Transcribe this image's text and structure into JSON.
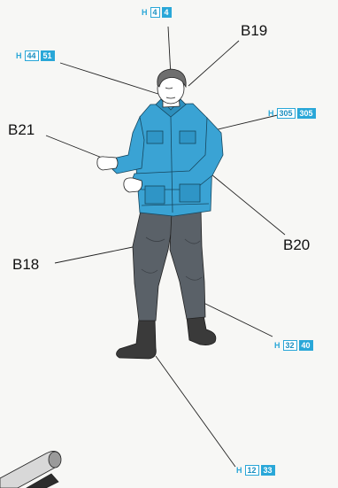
{
  "parts": {
    "b19": "B19",
    "b21": "B21",
    "b20": "B20",
    "b18": "B18"
  },
  "paints": {
    "head": {
      "prefix": "H",
      "a": "4",
      "b": "4"
    },
    "face": {
      "prefix": "H",
      "a": "44",
      "b": "51"
    },
    "jacket": {
      "prefix": "H",
      "a": "305",
      "b": "305"
    },
    "boots": {
      "prefix": "H",
      "a": "32",
      "b": "40"
    },
    "base": {
      "prefix": "H",
      "a": "12",
      "b": "33"
    }
  },
  "colors": {
    "jacket": "#3aa3d4",
    "trousers": "#5a6168",
    "boots": "#3a3a3a",
    "skin": "#ffffff",
    "accent": "#29a7d8"
  }
}
